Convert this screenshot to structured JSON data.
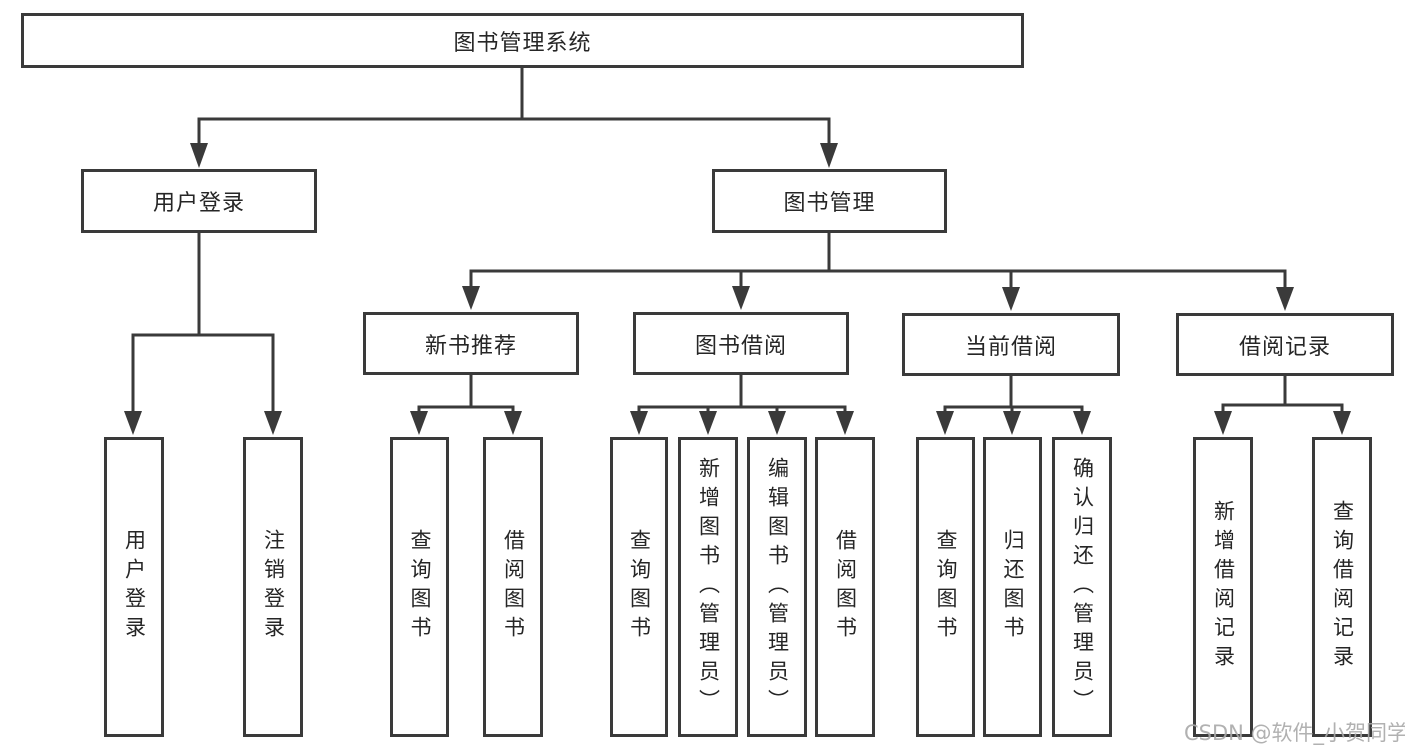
{
  "diagram_title": "图书管理系统",
  "tree": {
    "root": {
      "label": "图书管理系统"
    },
    "branches": [
      {
        "label": "用户登录",
        "children": [
          {
            "label": "用户登录"
          },
          {
            "label": "注销登录"
          }
        ]
      },
      {
        "label": "图书管理",
        "children": [
          {
            "label": "新书推荐",
            "children": [
              {
                "label": "查询图书"
              },
              {
                "label": "借阅图书"
              }
            ]
          },
          {
            "label": "图书借阅",
            "children": [
              {
                "label": "查询图书"
              },
              {
                "label": "新增图书（管理员）"
              },
              {
                "label": "编辑图书（管理员）"
              },
              {
                "label": "借阅图书"
              }
            ]
          },
          {
            "label": "当前借阅",
            "children": [
              {
                "label": "查询图书"
              },
              {
                "label": "归还图书"
              },
              {
                "label": "确认归还（管理员）"
              }
            ]
          },
          {
            "label": "借阅记录",
            "children": [
              {
                "label": "新增借阅记录"
              },
              {
                "label": "查询借阅记录"
              }
            ]
          }
        ]
      }
    ]
  },
  "watermark": "CSDN @软件_小贺同学",
  "colors": {
    "line": "#3a3a3a",
    "box_border": "#3a3a3a",
    "text": "#262626",
    "watermark": "#a9a9a9",
    "background": "#ffffff"
  }
}
